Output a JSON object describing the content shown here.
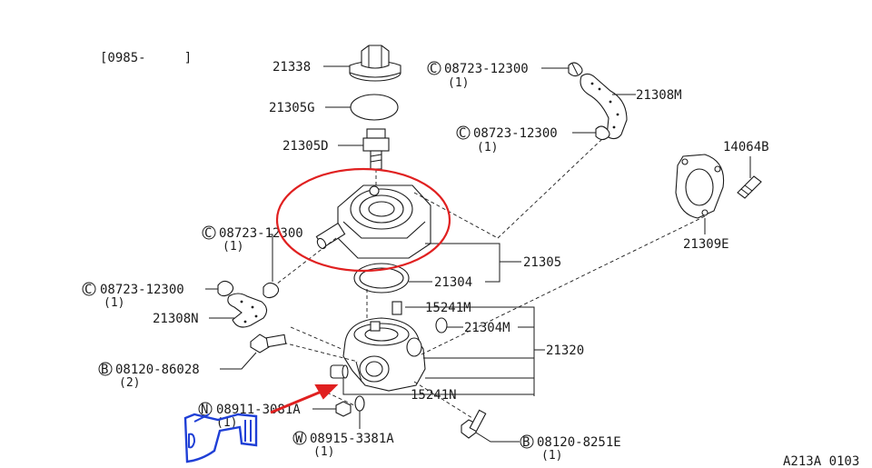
{
  "header": {
    "date_code": "[0985-     ]"
  },
  "footer": {
    "figure_id": "A213A 0103"
  },
  "parts": {
    "p21338": "21338",
    "p21305G": "21305G",
    "p21305D": "21305D",
    "p21305": "21305",
    "p21304": "21304",
    "p21308M": "21308M",
    "p21308N": "21308N",
    "p14064B": "14064B",
    "p21309E": "21309E",
    "p15241M": "15241M",
    "p21304M": "21304M",
    "p21320": "21320",
    "p15241N": "15241N"
  },
  "callouts": {
    "clamp_top_right": {
      "symbol": "C",
      "number": "08723-12300",
      "qty": "(1)"
    },
    "clamp_mid_right": {
      "symbol": "C",
      "number": "08723-12300",
      "qty": "(1)"
    },
    "clamp_left_upper": {
      "symbol": "C",
      "number": "08723-12300",
      "qty": "(1)"
    },
    "clamp_left_lower": {
      "symbol": "C",
      "number": "08723-12300",
      "qty": "(1)"
    },
    "bolt_left": {
      "symbol": "B",
      "number": "08120-86028",
      "qty": "(2)"
    },
    "nut_bottom": {
      "symbol": "N",
      "number": "08911-3081A",
      "qty": "(1)"
    },
    "washer_bottom": {
      "symbol": "W",
      "number": "08915-3381A",
      "qty": "(1)"
    },
    "bolt_bottom_right": {
      "symbol": "B",
      "number": "08120-8251E",
      "qty": "(1)"
    }
  },
  "annotations": {
    "circle_color": "#e02020",
    "arrow_color": "#e02020",
    "scribble_color": "#1f3fd6"
  }
}
